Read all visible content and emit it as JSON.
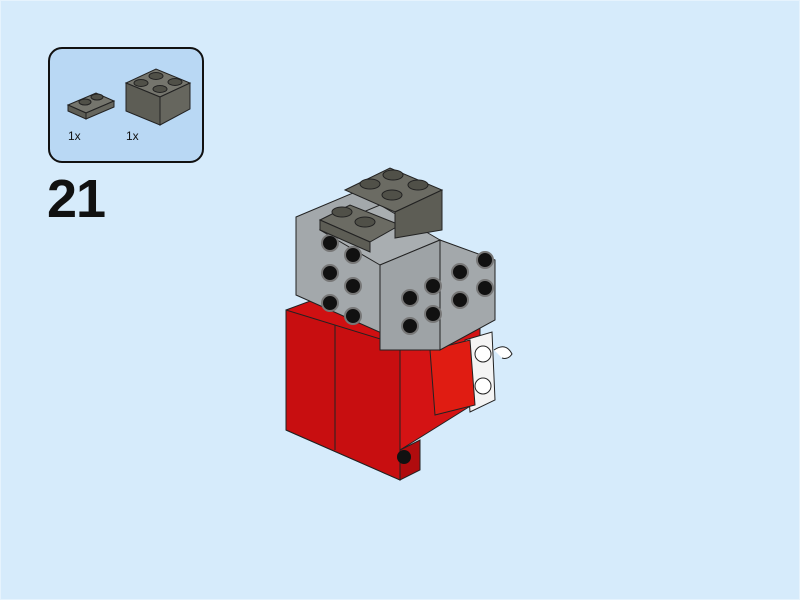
{
  "step": {
    "number": "21"
  },
  "parts_list": {
    "items": [
      {
        "name": "plate-1x2",
        "color": "dark-bluish-gray",
        "quantity": "1x"
      },
      {
        "name": "brick-2x2",
        "color": "dark-bluish-gray",
        "quantity": "1x"
      }
    ]
  },
  "colors": {
    "background": "#d6ebfb",
    "parts_box_fill": "#b9d8f4",
    "dark_gray": "#6b6b63",
    "light_gray": "#a3a8ab",
    "red": "#d01012",
    "white": "#f4f4f4"
  }
}
